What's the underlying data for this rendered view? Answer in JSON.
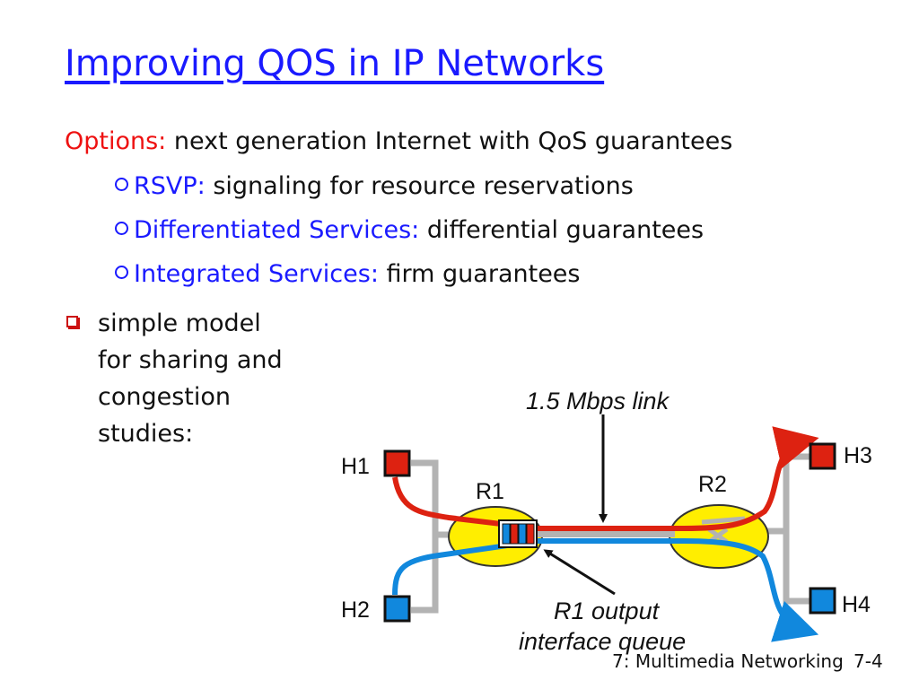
{
  "title": "Improving QOS in IP Networks",
  "options": {
    "label": "Options:",
    "text": "next generation Internet with QoS guarantees",
    "items": [
      {
        "label": "RSVP:",
        "text": "signaling for resource reservations"
      },
      {
        "label": "Differentiated Services:",
        "text": "differential guarantees"
      },
      {
        "label": "Integrated Services:",
        "text": "firm guarantees"
      }
    ]
  },
  "bullet": {
    "lines": [
      "simple model",
      "for sharing and",
      "congestion",
      "studies:"
    ]
  },
  "diagram": {
    "hosts": [
      "H1",
      "H2",
      "H3",
      "H4"
    ],
    "routers": [
      "R1",
      "R2"
    ],
    "link_label": "1.5 Mbps link",
    "queue_label_1": "R1 output",
    "queue_label_2": "interface queue",
    "colors": {
      "red": "#dd2211",
      "blue": "#1188dd",
      "gray": "#b3b3b3",
      "router": "#ffee00"
    }
  },
  "footer": {
    "chapter": "7: Multimedia Networking",
    "page": "7-4"
  }
}
